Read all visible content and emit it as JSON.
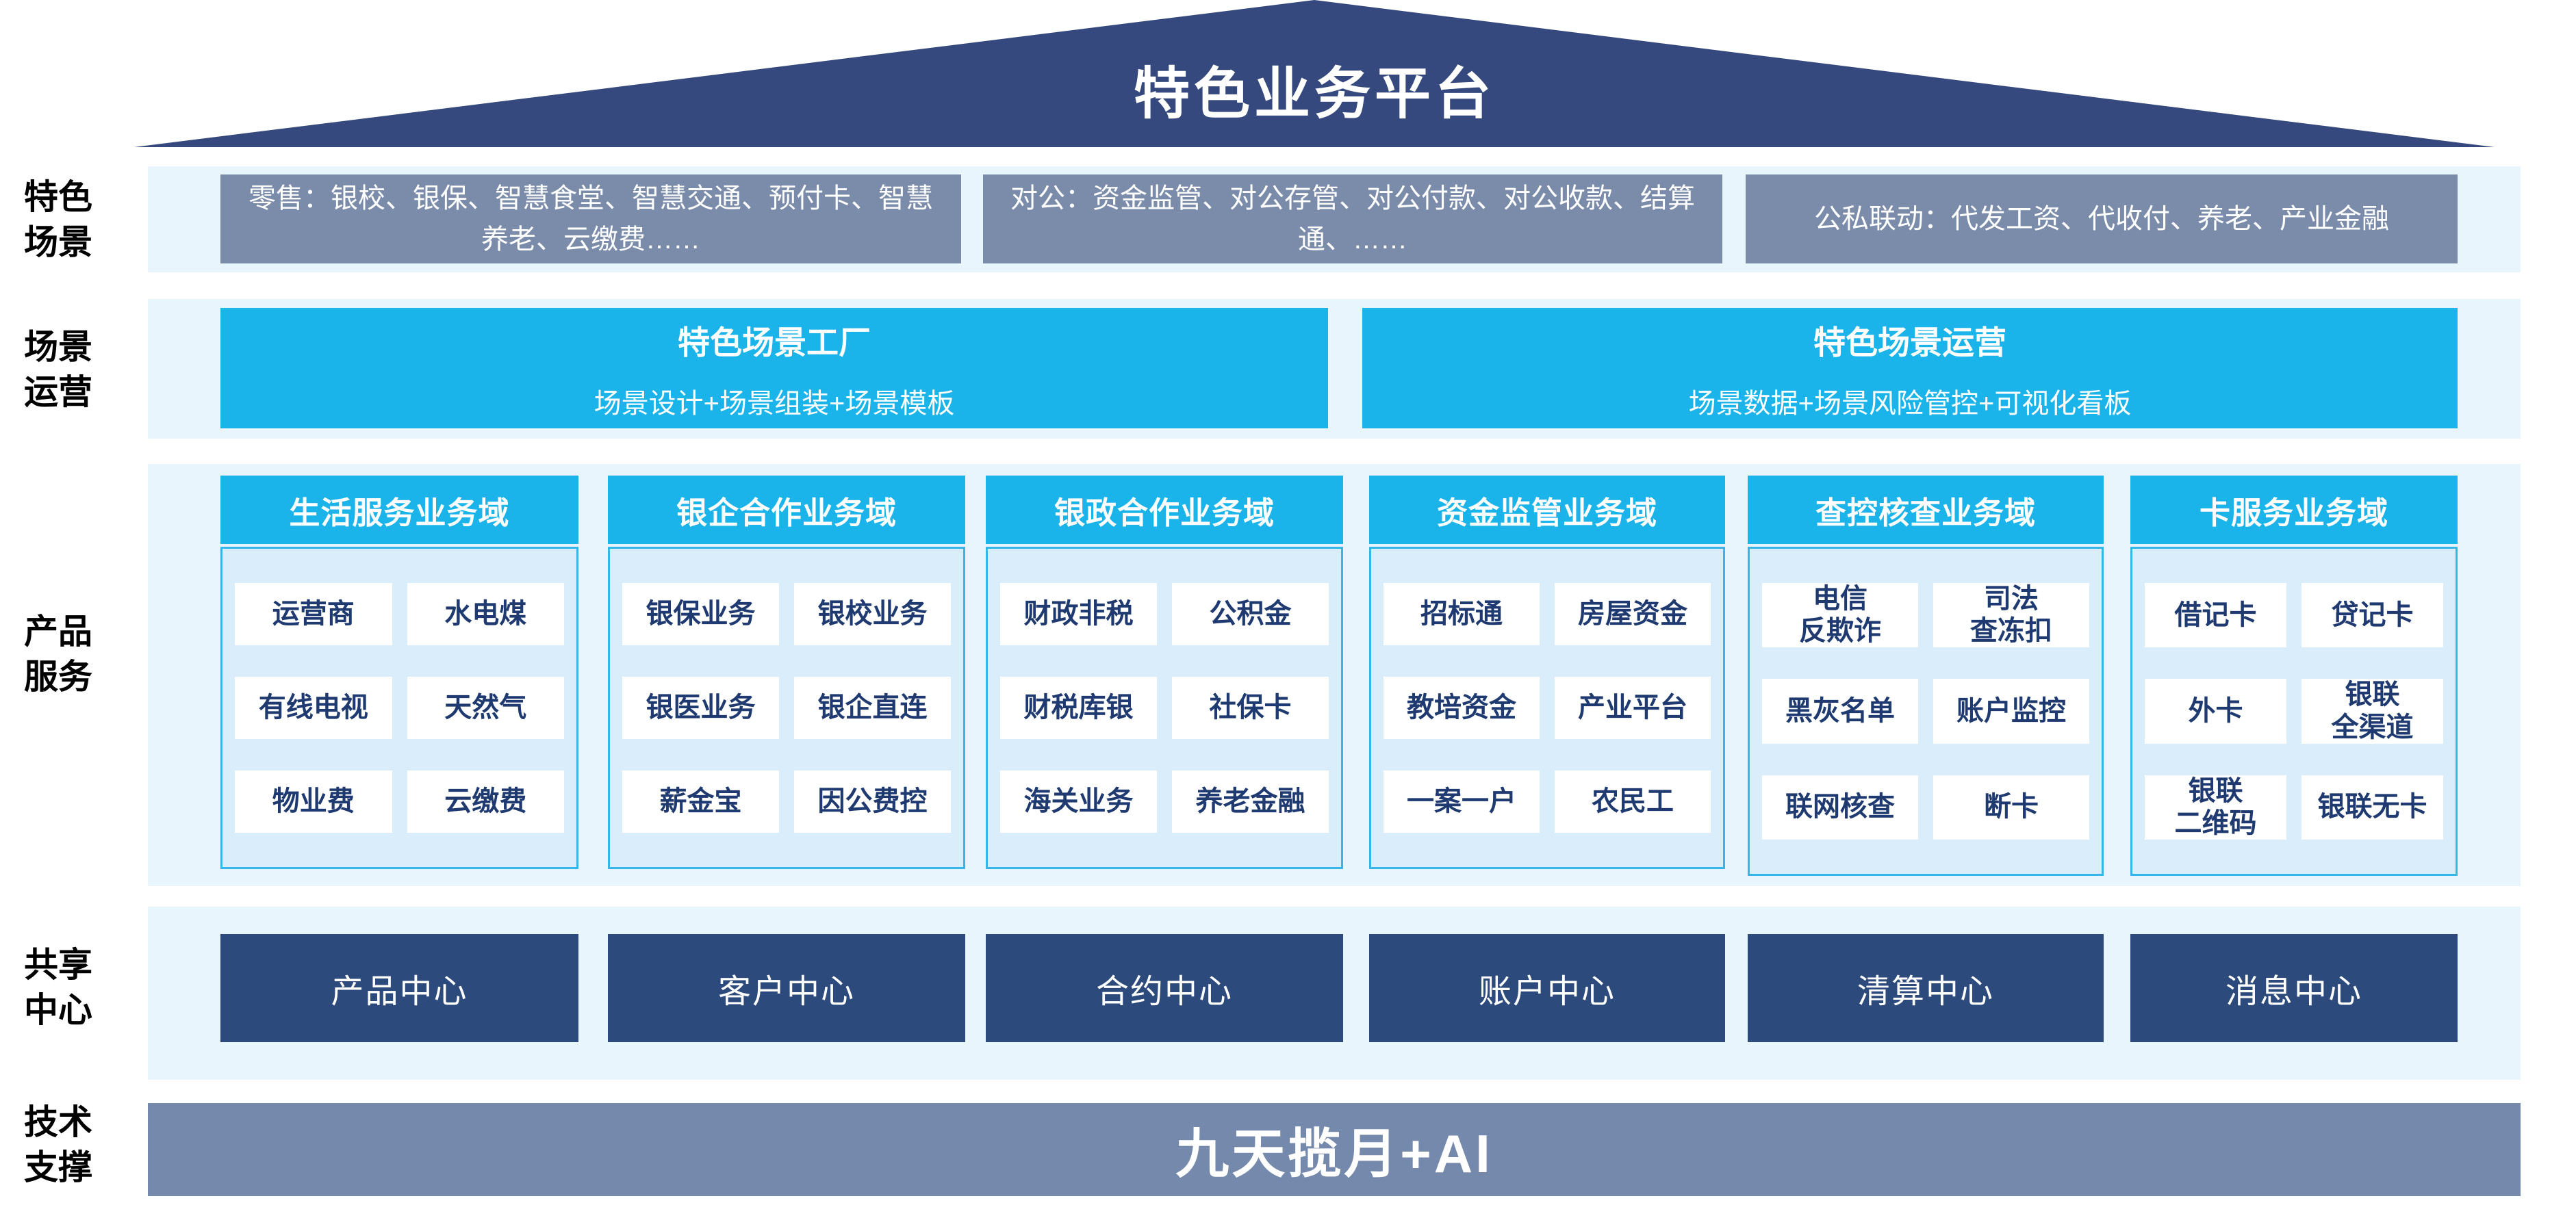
{
  "page": {
    "title": "特色业务平台"
  },
  "sidebar": {
    "labels": [
      "特色\n场景",
      "场景\n运营",
      "产品\n服务",
      "共享\n中心",
      "技术\n支撑"
    ]
  },
  "scenes": {
    "boxes": [
      "零售：银校、银保、智慧食堂、智慧交通、预付卡、智慧养老、云缴费……",
      "对公：资金监管、对公存管、对公付款、对公收款、结算通、……",
      "公私联动：代发工资、代收付、养老、产业金融"
    ]
  },
  "operation": {
    "boxes": [
      {
        "title": "特色场景工厂",
        "subtitle": "场景设计+场景组装+场景模板"
      },
      {
        "title": "特色场景运营",
        "subtitle": "场景数据+场景风险管控+可视化看板"
      }
    ]
  },
  "products": {
    "columns": [
      {
        "header": "生活服务业务域",
        "cells": [
          "运营商",
          "水电煤",
          "有线电视",
          "天然气",
          "物业费",
          "云缴费"
        ]
      },
      {
        "header": "银企合作业务域",
        "cells": [
          "银保业务",
          "银校业务",
          "银医业务",
          "银企直连",
          "薪金宝",
          "因公费控"
        ]
      },
      {
        "header": "银政合作业务域",
        "cells": [
          "财政非税",
          "公积金",
          "财税库银",
          "社保卡",
          "海关业务",
          "养老金融"
        ]
      },
      {
        "header": "资金监管业务域",
        "cells": [
          "招标通",
          "房屋资金",
          "教培资金",
          "产业平台",
          "一案一户",
          "农民工"
        ]
      },
      {
        "header": "查控核查业务域",
        "cells": [
          "电信\n反欺诈",
          "司法\n查冻扣",
          "黑灰名单",
          "账户监控",
          "联网核查",
          "断卡"
        ]
      },
      {
        "header": "卡服务业务域",
        "cells": [
          "借记卡",
          "贷记卡",
          "外卡",
          "银联\n全渠道",
          "银联\n二维码",
          "银联无卡"
        ]
      }
    ]
  },
  "centers": [
    "产品中心",
    "客户中心",
    "合约中心",
    "账户中心",
    "清算中心",
    "消息中心"
  ],
  "tech": {
    "label": "九天揽月+AI"
  },
  "colors": {
    "roof_navy": "#35497e",
    "band_blue": "#e8f5fc",
    "scene_gray": "#7b8cab",
    "accent_cyan": "#1ab4ea",
    "panel_blue": "#d9eefa",
    "panel_border": "#36b5e9",
    "cell_text_navy": "#1e3a70",
    "center_navy": "#2d4a7c",
    "tech_gray": "#7589ad"
  }
}
